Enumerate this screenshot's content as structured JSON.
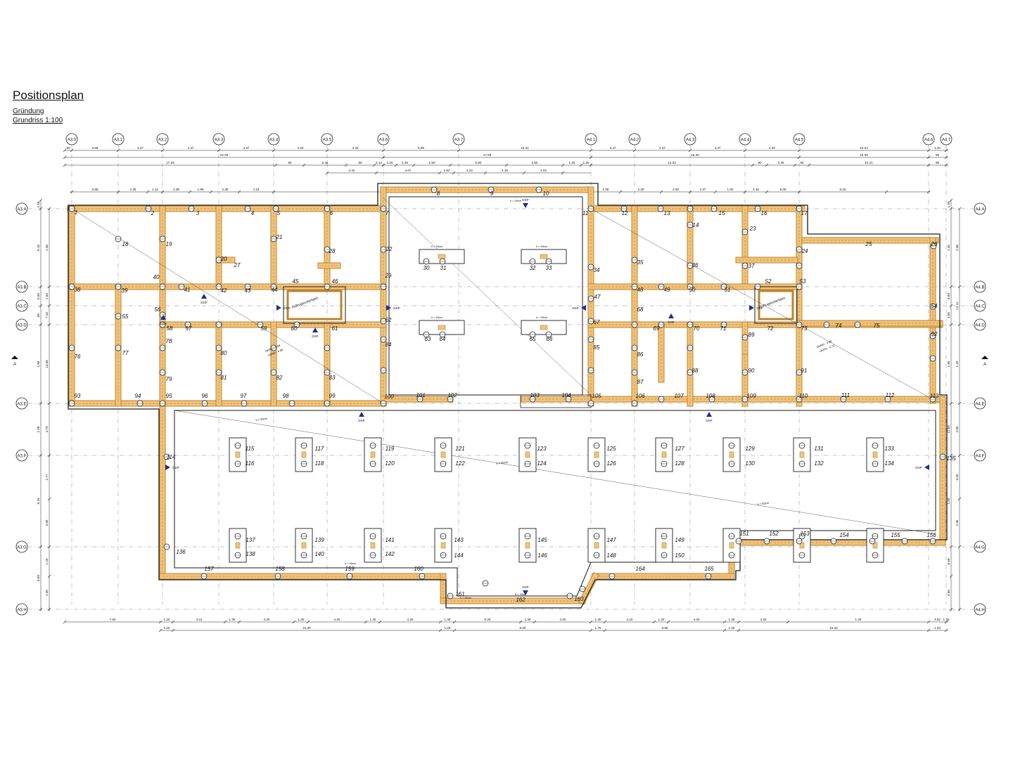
{
  "title": "Positionsplan",
  "subtitle1": "Gründung",
  "subtitle2": "Grundriss 1:100",
  "section_marker": "A",
  "colors": {
    "foundation": "#f3c27a",
    "foundation_edge": "#b8862e",
    "line": "#1a1a1a",
    "marker": "#1f2f8c",
    "grid": "#6b6b6b"
  },
  "axes_top": [
    "A3.0",
    "A3.1",
    "A3.2",
    "A3.3",
    "A3.4",
    "A3.5",
    "A3.6",
    "A3.7",
    "A4.1",
    "A4.2",
    "A4.3",
    "A4.4",
    "A4.5",
    "A4.6",
    "A4.7"
  ],
  "axes_left": [
    "A3.A",
    "A3.B",
    "A3.C",
    "A3.D",
    "A3.E",
    "A3.F",
    "A3.G",
    "A3.H"
  ],
  "axes_right": [
    "A4.A",
    "A4.B",
    "A4.C",
    "A4.D",
    "A4.E",
    "A4.F",
    "A4.G",
    "A4.H"
  ],
  "dims_top_row1": [
    "60",
    "3.68",
    "3.47",
    "4.37",
    "4.37",
    "4.20",
    "4.42",
    "5.99",
    "10.41",
    "3.47",
    "4.37",
    "4.37",
    "4.20",
    "10.24",
    "1.40"
  ],
  "dims_top_row2": [
    "24.49",
    "17.69",
    "16.30",
    "10.30",
    "95"
  ],
  "dims_top_row3": [
    "17.29",
    "80",
    "2.46",
    "80",
    "3.14",
    "1.20",
    "2.25",
    "2.50",
    "5.80",
    "2.50",
    "2.25",
    "1.20",
    "12.33",
    "80",
    "2.46",
    "80",
    "10.21",
    "95"
  ],
  "dims_top_row4": [
    "4.42",
    "4.07",
    "1.82",
    "2.22",
    "4.15",
    "4.04"
  ],
  "dims_top_row5": [
    "3.68",
    "2.35",
    "1.12",
    "2.38",
    "1.99",
    "2.38",
    "2.01",
    "3.00",
    "2.08",
    "2.29",
    "2.00",
    "2.37",
    "1.00",
    "3.15",
    "5.09",
    "5.15"
  ],
  "dims_bottom_row1": [
    "7.53",
    "1.20",
    "4.31",
    "1.30",
    "4.20",
    "1.30",
    "4.20",
    "1.30",
    "4.20",
    "1.30",
    "5.20",
    "1.30",
    "4.20",
    "1.30",
    "4.10",
    "1.20",
    "4.30",
    "1.30",
    "4.20",
    "1.30",
    "3.82",
    "1.20"
  ],
  "dims_bottom_row2": [
    "1.20",
    "21.30",
    "1.20",
    "9.20",
    "1.75",
    "9.65",
    "1.20",
    "15.32",
    "1.20"
  ],
  "dims_left": [
    "1.55",
    "6.18",
    "6.59",
    "80",
    "1.65",
    "1.58",
    "6.18",
    "6.59",
    "4.15",
    "2.36",
    "2.50",
    "7.25",
    "13.56",
    "4.73",
    "2.77",
    "4.90",
    "1.20",
    "2.35"
  ],
  "dims_right": [
    "1.00",
    "2.40",
    "6.59",
    "3.65",
    "1.65",
    "12.84",
    "1.50",
    "6.59",
    "4.85",
    "2.36",
    "12.11",
    "1.20",
    "2.65",
    "5.00",
    "2.35"
  ],
  "positions": [
    "1",
    "2",
    "3",
    "4",
    "5",
    "6",
    "7",
    "8",
    "9",
    "10",
    "11",
    "12",
    "13",
    "14",
    "15",
    "16",
    "17",
    "18",
    "19",
    "20",
    "21",
    "22",
    "23",
    "24",
    "25",
    "26",
    "27",
    "28",
    "29",
    "30",
    "31",
    "32",
    "33",
    "34",
    "35",
    "36",
    "37",
    "38",
    "39",
    "40",
    "41",
    "42",
    "43",
    "44",
    "45",
    "46",
    "47",
    "48",
    "49",
    "50",
    "51",
    "52",
    "53",
    "54",
    "55",
    "56",
    "57",
    "58",
    "59",
    "60",
    "61",
    "62",
    "63",
    "64",
    "65",
    "66",
    "67",
    "68",
    "69",
    "70",
    "71",
    "72",
    "73",
    "74",
    "75",
    "76",
    "77",
    "78",
    "79",
    "80",
    "81",
    "82",
    "83",
    "84",
    "85",
    "86",
    "87",
    "88",
    "89",
    "90",
    "91",
    "92",
    "93",
    "94",
    "95",
    "96",
    "97",
    "98",
    "99",
    "100",
    "101",
    "102",
    "103",
    "104",
    "105",
    "106",
    "107",
    "108",
    "109",
    "110",
    "111",
    "112",
    "113",
    "114",
    "115",
    "116",
    "117",
    "118",
    "119",
    "120",
    "121",
    "122",
    "123",
    "124",
    "125",
    "126",
    "127",
    "128",
    "129",
    "130",
    "131",
    "132",
    "133",
    "134",
    "135",
    "136",
    "137",
    "138",
    "139",
    "140",
    "141",
    "142",
    "143",
    "144",
    "145",
    "146",
    "147",
    "148",
    "149",
    "150",
    "151",
    "152",
    "153",
    "154",
    "155",
    "156",
    "157",
    "158",
    "159",
    "160",
    "161",
    "162",
    "163",
    "164",
    "165"
  ],
  "annotations": {
    "dsp": "DSP",
    "aufzug": "Aufzugsunterfahrt",
    "h90": "h = 90cm",
    "h60": "h = 60cm",
    "h80": "h = 80cm",
    "okrd1": "OKRD - 4.08",
    "ukrd1": "UKRD - 4.88",
    "okrd2": "OKRD - 3.88",
    "ukrd2": "UKRD - 4.74"
  }
}
